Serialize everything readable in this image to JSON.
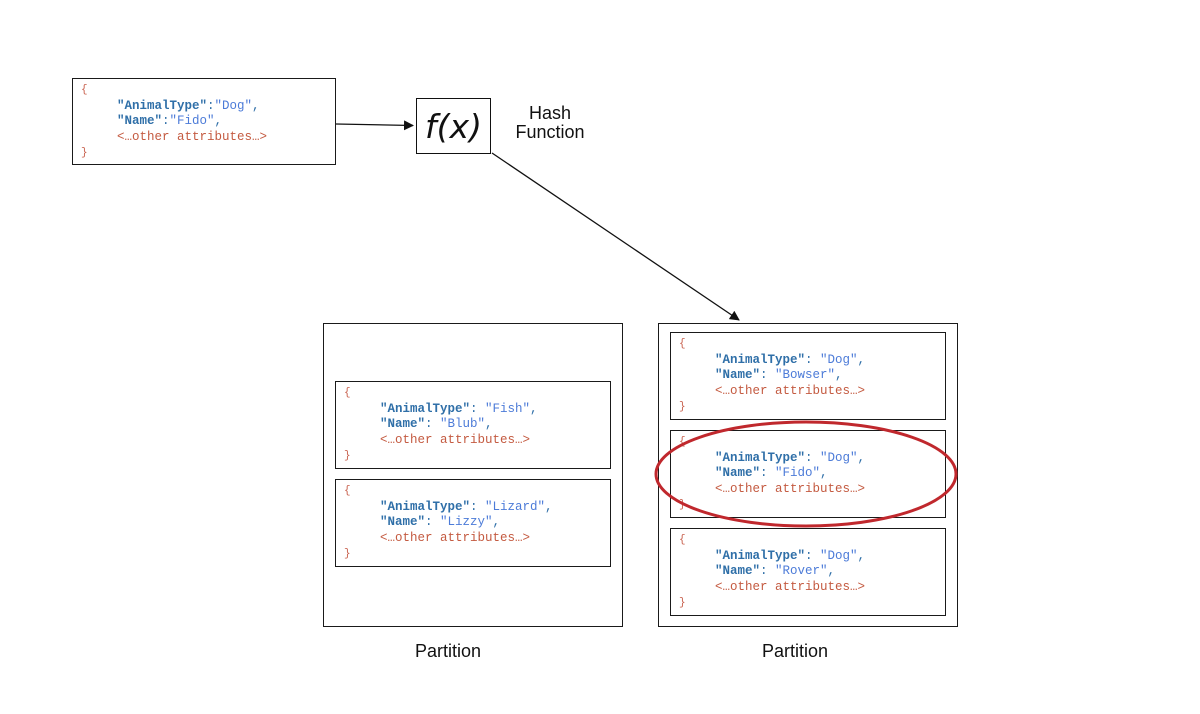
{
  "source_item": {
    "open_brace": "{",
    "lines": [
      {
        "key": "\"AnimalType\"",
        "sep": ":",
        "value": "\"Dog\"",
        "end": ","
      },
      {
        "key": "\"Name\"",
        "sep": ":",
        "value": "\"Fido\"",
        "end": ","
      }
    ],
    "other": "<…other attributes…>",
    "close_brace": "}"
  },
  "hash": {
    "symbol": "f(x)",
    "label_line1": "Hash",
    "label_line2": "Function"
  },
  "partitions": [
    {
      "label": "Partition",
      "items": [
        {
          "animal_type": "\"Fish\"",
          "name": "\"Blub\""
        },
        {
          "animal_type": "\"Lizard\"",
          "name": "\"Lizzy\""
        }
      ]
    },
    {
      "label": "Partition",
      "items": [
        {
          "animal_type": "\"Dog\"",
          "name": "\"Bowser\""
        },
        {
          "animal_type": "\"Dog\"",
          "name": "\"Fido\""
        },
        {
          "animal_type": "\"Dog\"",
          "name": "\"Rover\""
        }
      ]
    }
  ],
  "item_template": {
    "open_brace": "{",
    "key_type": "\"AnimalType\"",
    "key_name": "\"Name\"",
    "sep": ": ",
    "comma": ",",
    "other": "<…other attributes…>",
    "close_brace": "}"
  },
  "colors": {
    "key": "#2f6fa8",
    "string": "#4c7bd8",
    "other": "#c45a40",
    "highlight": "#c0282d"
  }
}
